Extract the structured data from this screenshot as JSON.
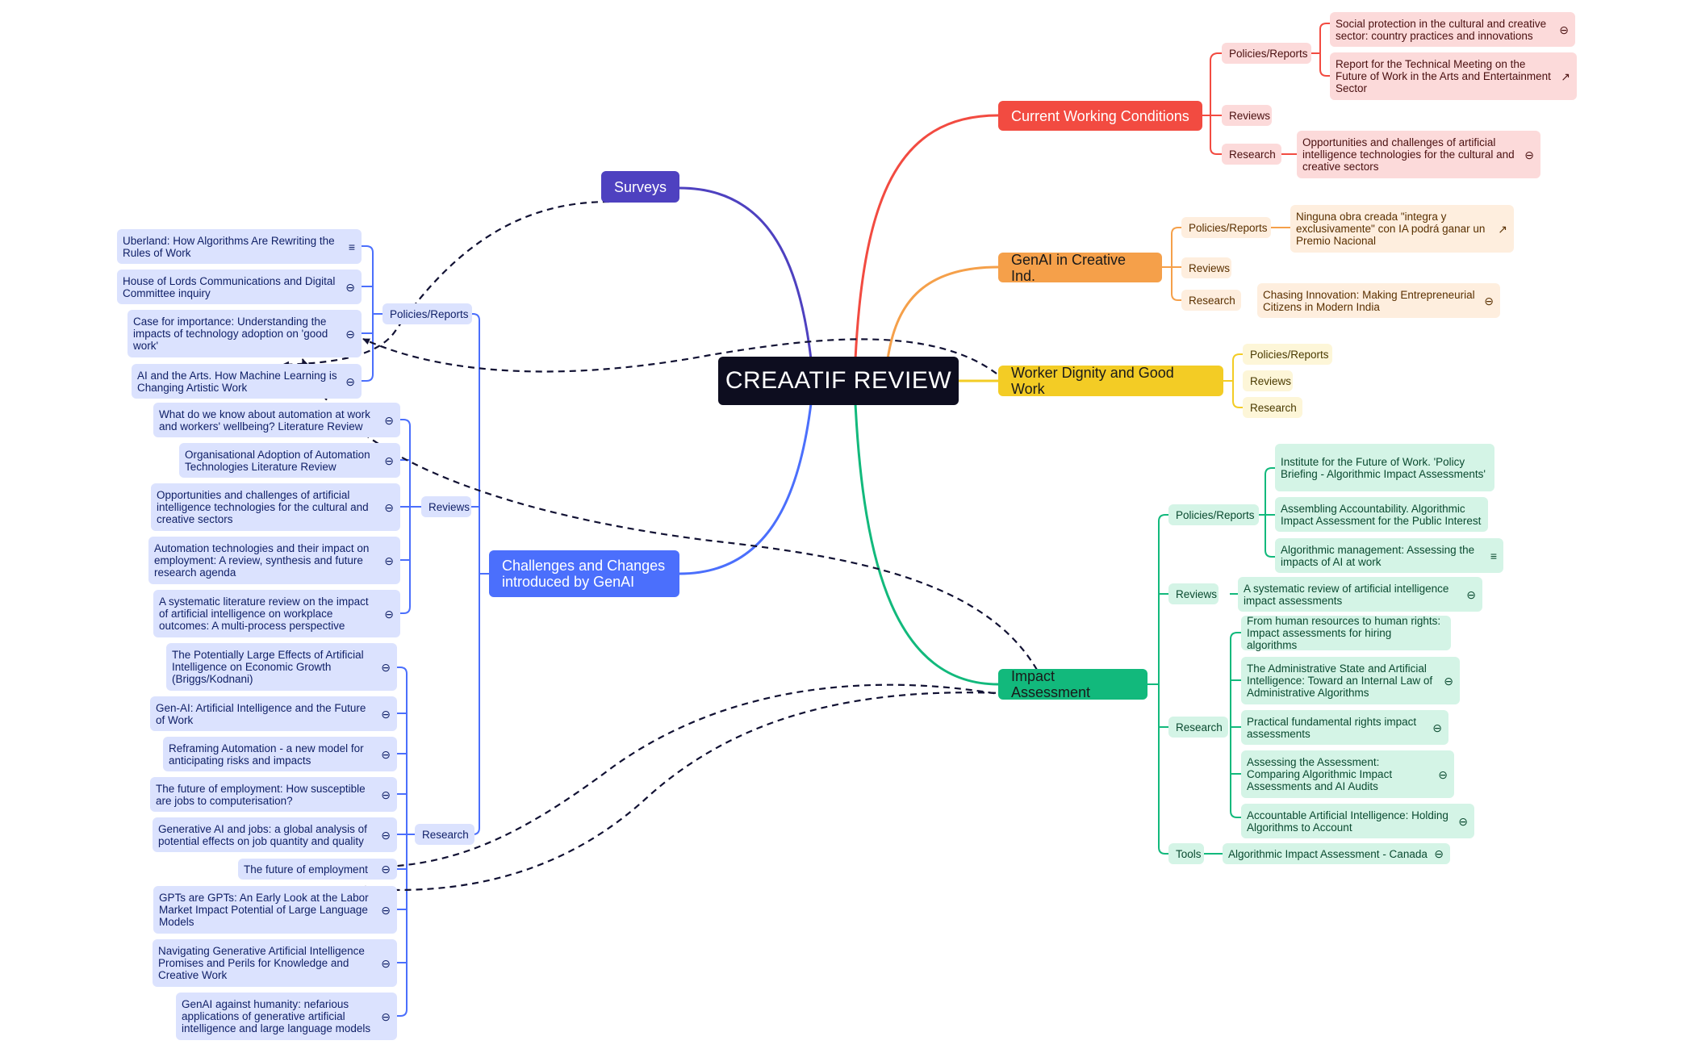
{
  "root": "CREAATIF REVIEW",
  "colors": {
    "red": "#f24b41",
    "red_light": "#fcdada",
    "orange": "#f5a04a",
    "orange_light": "#feeede",
    "yellow": "#f3cc25",
    "yellow_light": "#fdf6d8",
    "green": "#12b97c",
    "green_light": "#d4f4e6",
    "blue": "#4b6ffc",
    "blue_light": "#dbe2fe",
    "purple": "#4e41c0",
    "dashed": "#111133"
  },
  "branches": {
    "cwc": {
      "label": "Current Working Conditions",
      "policies_label": "Policies/Reports",
      "policies": [
        {
          "text": "Social protection in the cultural and creative sector: country practices and innovations",
          "icon": "minus-circle-icon"
        },
        {
          "text": "Report for the Technical Meeting on the Future of Work in the Arts and Entertainment Sector",
          "icon": "external-link-icon"
        }
      ],
      "reviews_label": "Reviews",
      "research_label": "Research",
      "research": [
        {
          "text": "Opportunities and challenges of artificial intelligence technologies for the cultural and creative sectors",
          "icon": "minus-circle-icon"
        }
      ]
    },
    "genai": {
      "label": "GenAI in Creative Ind.",
      "policies_label": "Policies/Reports",
      "policies": [
        {
          "text": "Ninguna obra creada \"integra y exclusivamente\" con IA podrá ganar un Premio Nacional",
          "icon": "external-link-icon"
        }
      ],
      "reviews_label": "Reviews",
      "research_label": "Research",
      "research": [
        {
          "text": "Chasing Innovation: Making Entrepreneurial Citizens in Modern India",
          "icon": "minus-circle-icon"
        }
      ]
    },
    "wd": {
      "label": "Worker Dignity and Good Work",
      "policies_label": "Policies/Reports",
      "reviews_label": "Reviews",
      "research_label": "Research"
    },
    "ia": {
      "label": "Impact Assessment",
      "policies_label": "Policies/Reports",
      "policies": [
        {
          "text": "Institute for the Future of Work. 'Policy Briefing - Algorithmic Impact Assessments'",
          "icon": ""
        },
        {
          "text": "Assembling Accountability. Algorithmic Impact Assessment for the Public Interest",
          "icon": ""
        },
        {
          "text": "Algorithmic management: Assessing the impacts of AI at work",
          "icon": "notes-icon"
        }
      ],
      "reviews_label": "Reviews",
      "reviews": [
        {
          "text": "A systematic review of artificial intelligence impact assessments",
          "icon": "minus-circle-icon"
        }
      ],
      "research_label": "Research",
      "research": [
        {
          "text": "From human resources to human rights: Impact assessments for hiring algorithms",
          "icon": ""
        },
        {
          "text": "The Administrative State and Artificial Intelligence: Toward an Internal Law of Administrative Algorithms",
          "icon": "minus-circle-icon"
        },
        {
          "text": "Practical fundamental rights impact assessments",
          "icon": "minus-circle-icon"
        },
        {
          "text": "Assessing the Assessment: Comparing Algorithmic Impact Assessments and AI Audits",
          "icon": "minus-circle-icon"
        },
        {
          "text": "Accountable Artificial Intelligence: Holding Algorithms to Account",
          "icon": "minus-circle-icon"
        }
      ],
      "tools_label": "Tools",
      "tools": [
        {
          "text": "Algorithmic Impact Assessment - Canada",
          "icon": "minus-circle-icon"
        }
      ]
    },
    "surveys": {
      "label": "Surveys"
    },
    "cc": {
      "label": "Challenges and Changes introduced by GenAI",
      "policies_label": "Policies/Reports",
      "policies": [
        {
          "text": "Uberland: How Algorithms Are Rewriting the Rules of Work",
          "icon": "notes-icon"
        },
        {
          "text": "House of Lords Communications and Digital Committee inquiry",
          "icon": "minus-circle-icon"
        },
        {
          "text": "Case for importance: Understanding the impacts of technology adoption on 'good work'",
          "icon": "minus-circle-icon"
        },
        {
          "text": "AI and the Arts. How Machine Learning is Changing Artistic Work",
          "icon": "minus-circle-icon"
        }
      ],
      "reviews_label": "Reviews",
      "reviews": [
        {
          "text": "What do we know about automation at work and workers' wellbeing? Literature Review",
          "icon": "minus-circle-icon"
        },
        {
          "text": "Organisational Adoption of Automation Technologies Literature Review",
          "icon": "minus-circle-icon"
        },
        {
          "text": "Opportunities and challenges of artificial intelligence technologies for the cultural and creative sectors",
          "icon": "minus-circle-icon"
        },
        {
          "text": "Automation technologies and their impact on employment: A review, synthesis and future research agenda",
          "icon": "minus-circle-icon"
        },
        {
          "text": "A systematic literature review on the impact of artificial intelligence on workplace outcomes: A multi-process perspective",
          "icon": "minus-circle-icon"
        }
      ],
      "research_label": "Research",
      "research": [
        {
          "text": "The Potentially Large Effects of Artificial Intelligence on Economic Growth (Briggs/Kodnani)",
          "icon": "minus-circle-icon"
        },
        {
          "text": "Gen-AI: Artificial Intelligence and the Future of Work",
          "icon": "minus-circle-icon"
        },
        {
          "text": "Reframing Automation - a new model for anticipating risks and impacts",
          "icon": "minus-circle-icon"
        },
        {
          "text": "The future of employment: How susceptible are jobs to computerisation?",
          "icon": "minus-circle-icon"
        },
        {
          "text": "Generative AI and jobs: a global analysis of potential effects on job quantity and quality",
          "icon": "minus-circle-icon"
        },
        {
          "text": "The future of employment",
          "icon": "minus-circle-icon"
        },
        {
          "text": "GPTs are GPTs: An Early Look at the Labor Market Impact Potential of Large Language Models",
          "icon": "minus-circle-icon"
        },
        {
          "text": "Navigating Generative Artificial Intelligence Promises and Perils for Knowledge and Creative Work",
          "icon": "minus-circle-icon"
        },
        {
          "text": "GenAI against humanity: nefarious applications of generative artificial intelligence and large language models",
          "icon": "minus-circle-icon"
        }
      ]
    }
  }
}
